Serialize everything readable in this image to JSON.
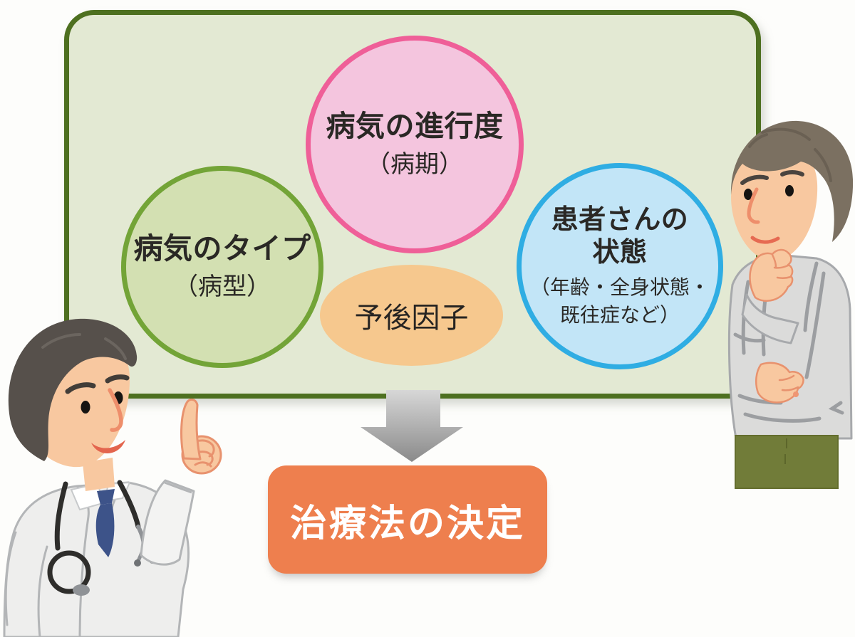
{
  "board": {
    "fill": "#e3e9d3",
    "border_color": "#4e7020"
  },
  "circle_stage": {
    "title": "病気の進行度",
    "subtitle": "（病期）",
    "border_color": "#ef5f98",
    "fill": "#f4c5de"
  },
  "circle_type": {
    "title": "病気のタイプ",
    "subtitle": "（病型）",
    "border_color": "#73a437",
    "fill": "#d3e0b2"
  },
  "circle_patient": {
    "title_line1": "患者さんの",
    "title_line2": "状態",
    "subtitle_line1": "（年齢・全身状態・",
    "subtitle_line2": "既往症など）",
    "border_color": "#2fade3",
    "fill": "#c2e5f7"
  },
  "prognosis_ellipse": {
    "label": "予後因子",
    "fill": "#f6c88e"
  },
  "arrow": {
    "direction": "down",
    "color_top": "#d7d7d7",
    "color_bottom": "#8a8a8a"
  },
  "result_box": {
    "label": "治療法の決定",
    "fill": "#ee7f4e",
    "text_color": "#ffffff"
  },
  "illustrations": {
    "doctor": "doctor-pointing-up",
    "patient": "man-thinking"
  }
}
